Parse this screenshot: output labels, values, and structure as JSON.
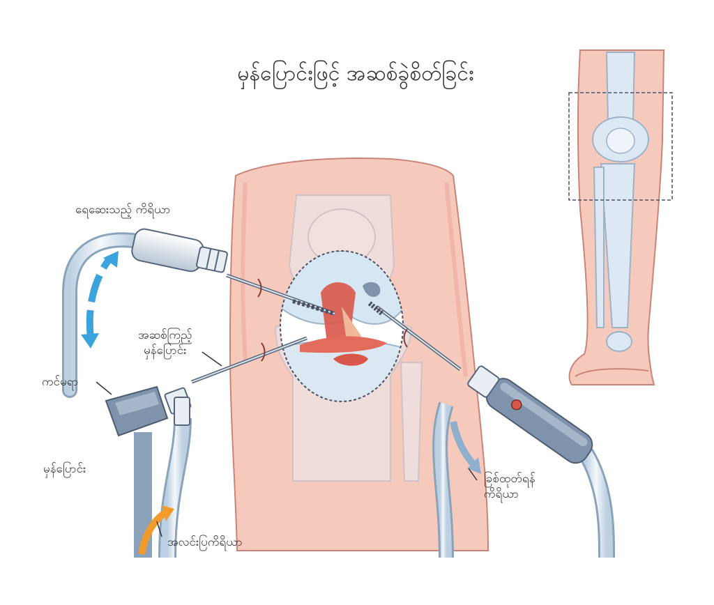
{
  "title": "မှန်ပြောင်းဖြင့် အဆစ်ခွဲစိတ်ခြင်း",
  "labels": {
    "irrigation_instrument": "ရေဆေးသည့် ကိရိယာ",
    "arthroscope_line1": "အဆစ်ကြည့်",
    "arthroscope_line2": "မှန်ပြောင်း",
    "camera": "ကင်မရာ",
    "endoscope": "မှန်ပြောင်း",
    "light_source": "အလင်းပြကိရိယာ",
    "shaver_line1": "ခြစ်ထုတ်ရန်",
    "shaver_line2": "ကိရိယာ"
  },
  "colors": {
    "skin": "#f6c9bd",
    "skin_edge": "#c98478",
    "bone": "#dde8f3",
    "bone_edge": "#9db1c7",
    "instrument": "#6f86a0",
    "flow_in": "#3aa3dc",
    "flow_out": "#8fb0cc",
    "light": "#f39a2c",
    "ligament": "#d9574a"
  }
}
